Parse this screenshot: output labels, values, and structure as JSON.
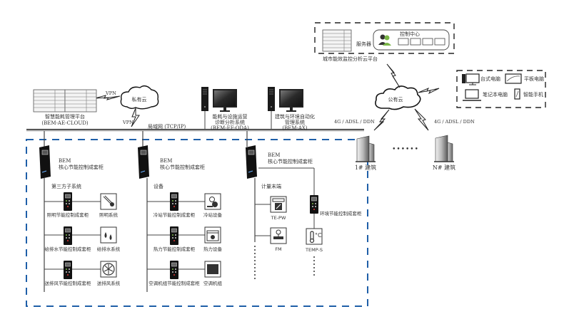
{
  "cloud_platform": {
    "server_label": "服务器",
    "control_center_label": "控制中心",
    "title": "城市能效监控分析云平台"
  },
  "clients": {
    "desktop": "台式电脑",
    "tablet": "平板电脑",
    "laptop": "笔记本电脑",
    "phone": "智能手机"
  },
  "private_cloud": {
    "label": "私有云",
    "vpn_top": "VPN",
    "vpn_bottom": "VPN"
  },
  "public_cloud": {
    "label": "公有云",
    "link_left": "4G / ADSL / DDN",
    "link_right": "4G / ADSL / DDN"
  },
  "platforms": [
    {
      "line1": "智慧能耗管理平台",
      "line2": "(BEM-AE-CLOUD)"
    },
    {
      "line1": "能耗与设施运营",
      "line2": "诊断分析系统",
      "line3": "(BEM-EF-ODA)"
    },
    {
      "line1": "建筑与环境自动化",
      "line2": "管理系统",
      "line3": "(BEM-AX)"
    }
  ],
  "lan_label": "局域网 (TCP/IP)",
  "buildings": {
    "first": "1# 建筑",
    "ellipsis": "••••••",
    "last": "N# 建筑"
  },
  "columns": [
    {
      "cabinet_line1": "BEM",
      "cabinet_line2": "核心节能控制成套柜",
      "group_label": "第三方子系统",
      "rows": [
        {
          "controller": "照明节能控制成套柜",
          "device": "照明系统",
          "icon": "lighting-icon"
        },
        {
          "controller": "给排水节能控制成套柜",
          "device": "给排水系统",
          "icon": "water-drops-icon"
        },
        {
          "controller": "送排风节能控制成套柜",
          "device": "送排风系统",
          "icon": "fan-icon"
        }
      ]
    },
    {
      "cabinet_line1": "BEM",
      "cabinet_line2": "核心节能控制成套柜",
      "group_label": "设备",
      "rows": [
        {
          "controller": "冷站节能控制成套柜",
          "device": "冷站设备",
          "icon": "chiller-icon"
        },
        {
          "controller": "热力节能控制成套柜",
          "device": "热力设备",
          "icon": "boiler-icon"
        },
        {
          "controller": "空调机组节能控制成套柜",
          "device": "空调机组",
          "icon": "ahu-icon"
        }
      ]
    },
    {
      "cabinet_line1": "BEM",
      "cabinet_line2": "核心节能控制成套柜",
      "group_label": "计量末端",
      "meters": [
        {
          "label": "TE-PW",
          "icon": "power-meter-icon"
        },
        {
          "label": "FM",
          "icon": "flow-meter-icon"
        }
      ],
      "env_controller": "环境节能控制成套柜",
      "env_sensor": {
        "label": "TEMP-S",
        "icon": "thermometer-icon"
      }
    }
  ],
  "colors": {
    "dashed_blue": "#1f5fa8",
    "line": "#444444",
    "cabinet": "#111111",
    "icon_green": "#7ab648"
  }
}
